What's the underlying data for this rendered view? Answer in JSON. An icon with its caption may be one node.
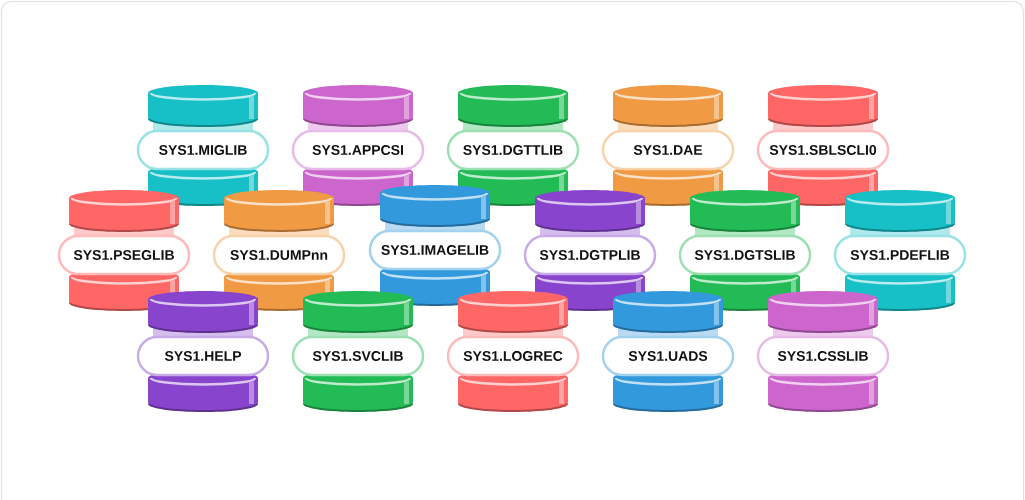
{
  "diagram": {
    "nodes": [
      {
        "text": [
          "SYS1.MIGLIB"
        ]
      },
      {
        "text": [
          "SYS1.APPCSI"
        ]
      },
      {
        "text": [
          "SYS1.DGTTLIB"
        ]
      },
      {
        "text": [
          "SYS1.DAE"
        ]
      },
      {
        "text": [
          "SYS1.SBLSCLI0"
        ]
      },
      {
        "text": [
          "SYS1.PSEGLIB"
        ]
      },
      {
        "text": [
          "SYS1.DUMPnn"
        ]
      },
      {
        "text": [
          "SYS1.IMAGELIB"
        ]
      },
      {
        "text": [
          "SYS1.DGTPLIB"
        ]
      },
      {
        "text": [
          "SYS1.DGTSLIB"
        ]
      },
      {
        "text": [
          "SYS1.PDEFLIB"
        ]
      },
      {
        "text": [
          "SYS1.HELP"
        ]
      },
      {
        "text": [
          "SYS1.SVCLIB"
        ]
      },
      {
        "text": [
          "SYS1.LOGREC"
        ]
      },
      {
        "text": [
          "SYS1.UADS"
        ]
      },
      {
        "text": [
          "SYS1.CSSLIB"
        ]
      }
    ]
  }
}
